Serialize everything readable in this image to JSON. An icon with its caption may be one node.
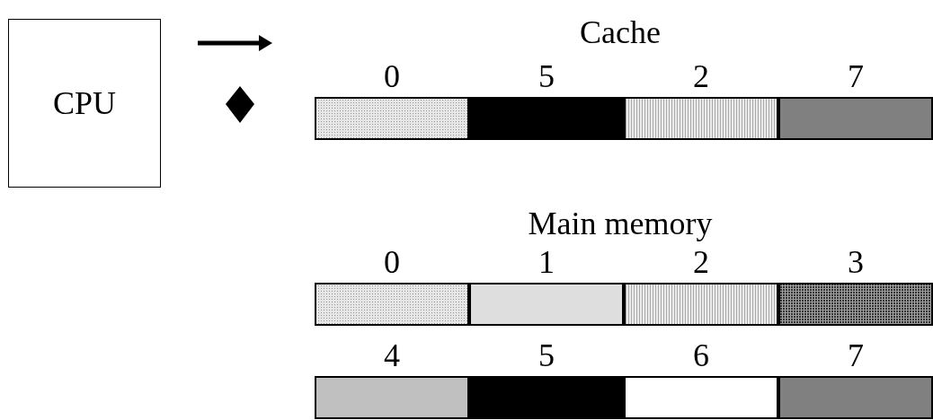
{
  "diagram": {
    "nodes": [
      {
        "text": [
          "CPU"
        ]
      },
      {
        "text": [],
        "shape": "bar",
        "beside": [
          "0"
        ]
      },
      {
        "text": [],
        "shape": "bar",
        "beside": [
          "5"
        ]
      },
      {
        "text": [],
        "shape": "bar",
        "beside": [
          "2"
        ]
      },
      {
        "text": [],
        "shape": "bar",
        "beside": [
          "7"
        ]
      },
      {
        "text": [],
        "shape": "bar",
        "beside": [
          "0"
        ]
      },
      {
        "text": [],
        "shape": "bar",
        "beside": [
          "1"
        ]
      },
      {
        "text": [],
        "shape": "bar",
        "beside": [
          "2"
        ]
      },
      {
        "text": [],
        "shape": "bar",
        "beside": [
          "3"
        ]
      },
      {
        "text": [],
        "shape": "bar",
        "beside": [
          "4"
        ]
      },
      {
        "text": [],
        "shape": "bar",
        "beside": [
          "5"
        ]
      },
      {
        "text": [],
        "shape": "bar",
        "beside": [
          "6"
        ]
      },
      {
        "text": [],
        "shape": "bar",
        "beside": [
          "7"
        ]
      }
    ],
    "labels": [
      "Cache",
      "Main memory"
    ]
  }
}
